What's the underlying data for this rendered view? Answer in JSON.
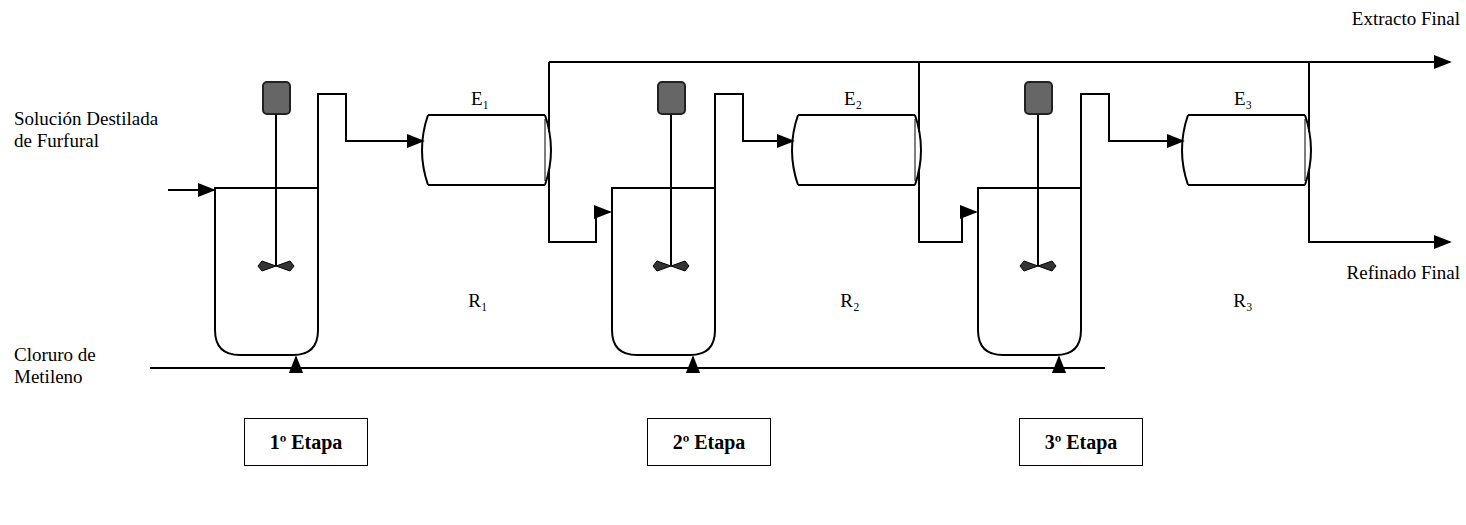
{
  "diagram": {
    "nodes": [
      {
        "text": [
          "1º Etapa"
        ]
      },
      {
        "text": [
          "2º Etapa"
        ]
      },
      {
        "text": [
          "3º Etapa"
        ]
      }
    ],
    "labels": [
      "Extracto Final",
      "Solución Destilada de Furfural",
      "E₁",
      "E₂",
      "E₃",
      "R₁",
      "R₂",
      "R₃",
      "Refinado Final",
      "Cloruro de Metileno"
    ]
  }
}
